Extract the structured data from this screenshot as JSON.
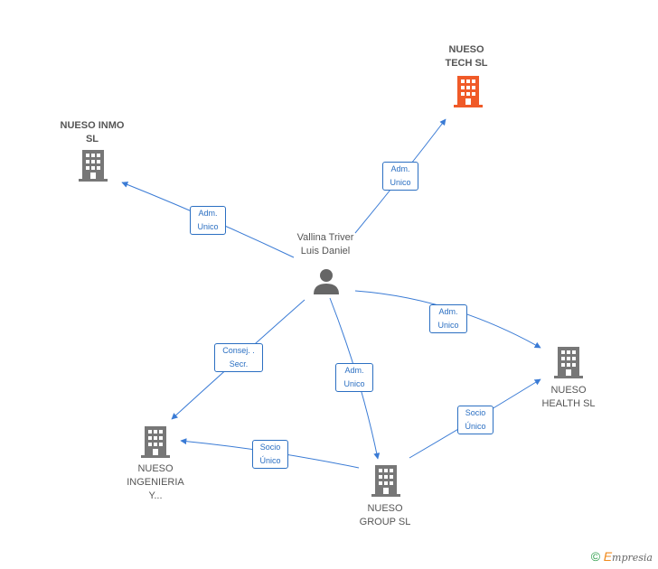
{
  "nodes": {
    "person": {
      "line1": "Vallina Triver",
      "line2": "Luis Daniel"
    },
    "tech": {
      "line1": "NUESO",
      "line2": "TECH  SL",
      "color": "#f05a28"
    },
    "inmo": {
      "line1": "NUESO INMO",
      "line2": "SL",
      "color": "#777777"
    },
    "health": {
      "line1": "NUESO",
      "line2": "HEALTH  SL",
      "color": "#777777"
    },
    "ingenieria": {
      "line1": "NUESO",
      "line2": "INGENIERIA",
      "line3": "Y...",
      "color": "#777777"
    },
    "group": {
      "line1": "NUESO",
      "line2": "GROUP  SL",
      "color": "#777777"
    }
  },
  "roles": {
    "tech": {
      "line1": "Adm.",
      "line2": "Unico"
    },
    "inmo": {
      "line1": "Adm.",
      "line2": "Unico"
    },
    "health": {
      "line1": "Adm.",
      "line2": "Unico"
    },
    "ingenieria": {
      "line1": "Consej. .",
      "line2": "Secr."
    },
    "group": {
      "line1": "Adm.",
      "line2": "Unico"
    },
    "group_ingenieria": {
      "line1": "Socio",
      "line2": "Único"
    },
    "group_health": {
      "line1": "Socio",
      "line2": "Único"
    }
  },
  "colors": {
    "edge": "#3a7bd5",
    "person": "#666666"
  },
  "footer": {
    "copyright": "©",
    "brand_initial": "E",
    "brand_rest": "mpresia"
  }
}
